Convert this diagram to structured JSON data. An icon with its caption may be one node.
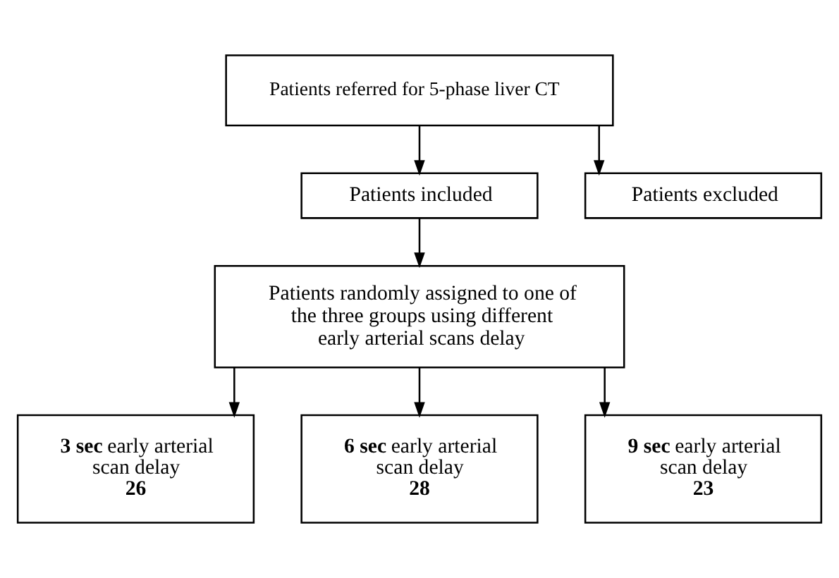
{
  "diagram": {
    "nodes": [
      {
        "text": [
          "Patients referred for 5-phase liver CT"
        ]
      },
      {
        "text": [
          "Patients included"
        ]
      },
      {
        "text": [
          "Patients excluded"
        ]
      },
      {
        "text": [
          "Patients randomly assigned to one of the three groups using different early arterial scans delay"
        ]
      },
      {
        "text": [
          "**3 sec** early arterial scan delay",
          "26"
        ]
      },
      {
        "text": [
          "**6 sec** early arterial scan delay",
          "28"
        ]
      },
      {
        "text": [
          "**9 sec** early arterial scan delay",
          "23"
        ]
      }
    ],
    "edges": [
      {
        "from": 0,
        "to": 1,
        "arrow": "to"
      },
      {
        "from": 0,
        "to": 2,
        "arrow": "to"
      },
      {
        "from": 1,
        "to": 3,
        "arrow": "to"
      },
      {
        "from": 3,
        "to": 4,
        "arrow": "to"
      },
      {
        "from": 3,
        "to": 5,
        "arrow": "to"
      },
      {
        "from": 3,
        "to": 6,
        "arrow": "to"
      }
    ]
  }
}
